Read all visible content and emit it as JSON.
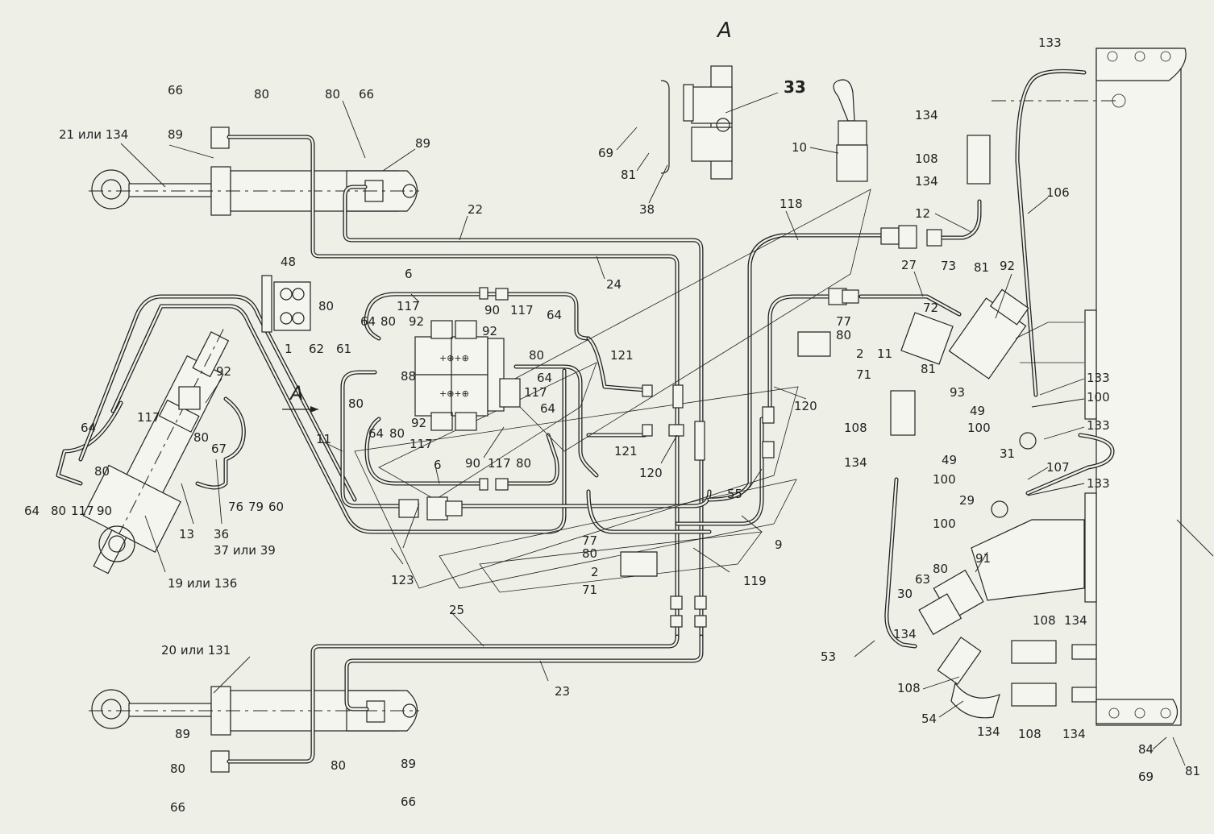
{
  "diagram": {
    "view_marks": {
      "top": "A",
      "arrow": "A"
    },
    "callouts": {
      "c133a": "133",
      "c133b": "133",
      "c133c": "133",
      "c133d": "133",
      "c134a": "134",
      "c134b": "134",
      "c134c": "134",
      "c134d": "134",
      "c134e": "134",
      "c134f": "134",
      "c134g": "134",
      "c108a": "108",
      "c108b": "108",
      "c108c": "108",
      "c108d": "108",
      "c108e": "108",
      "c106": "106",
      "c12": "12",
      "c118": "118",
      "c27": "27",
      "c73": "73",
      "c81a": "81",
      "c81b": "81",
      "c81c": "81",
      "c92a": "92",
      "c72": "72",
      "c11r": "11",
      "c93": "93",
      "c100a": "100",
      "c100b": "100",
      "c100c": "100",
      "c100d": "100",
      "c49a": "49",
      "c49b": "49",
      "c31": "31",
      "c107": "107",
      "c29": "29",
      "c91": "91",
      "c80r": "80",
      "c63": "63",
      "c30": "30",
      "c53": "53",
      "c54": "54",
      "c84": "84",
      "c69a": "69",
      "c69b": "69",
      "c33": "33",
      "c10": "10",
      "c38": "38",
      "c81d": "81",
      "c66a": "66",
      "c80a": "80",
      "c80b": "80",
      "c66b": "66",
      "c89a": "89",
      "c89b": "89",
      "c21": "21 или 134",
      "c22": "22",
      "c24": "24",
      "c48": "48",
      "c80c": "80",
      "c62": "62",
      "c1": "1",
      "c6a": "6",
      "c6b": "6",
      "c117a": "117",
      "c117b": "117",
      "c117c": "117",
      "c117d": "117",
      "c117e": "117",
      "c117f": "117",
      "c64a": "64",
      "c64b": "64",
      "c64c": "64",
      "c64d": "64",
      "c64e": "64",
      "c64f": "64",
      "c64g": "64",
      "c80d": "80",
      "c80e": "80",
      "c80f": "80",
      "c80g": "80",
      "c80h": "80",
      "c80i": "80",
      "c80j": "80",
      "c80k": "80",
      "c80l": "80",
      "c92b": "92",
      "c92c": "92",
      "c92d": "92",
      "c92e": "92",
      "c90a": "90",
      "c90b": "90",
      "c90c": "90",
      "c61": "61",
      "c88": "88",
      "c11l": "11",
      "c121a": "121",
      "c121b": "121",
      "c120a": "120",
      "c120b": "120",
      "c77a": "77",
      "c77b": "77",
      "c2a": "2",
      "c2b": "2",
      "c71a": "71",
      "c71b": "71",
      "c55": "55",
      "c9": "9",
      "c119": "119",
      "c123": "123",
      "c25": "25",
      "c23": "23",
      "c67": "67",
      "c13": "13",
      "c36": "36",
      "c37": "37 или 39",
      "c19": "19 или 136",
      "c76": "76",
      "c79": "79",
      "c60": "60",
      "c20": "20 или 131",
      "c89c": "89",
      "c89d": "89",
      "c80m": "80",
      "c80n": "80",
      "c66c": "66",
      "c66d": "66"
    }
  }
}
